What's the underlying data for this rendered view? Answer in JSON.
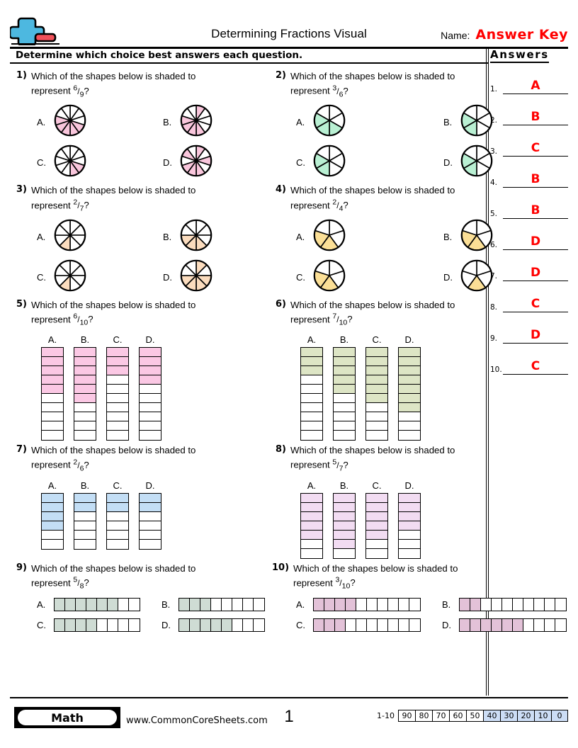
{
  "header": {
    "logo_icon": "plus-minus-logo-icon",
    "title": "Determining Fractions Visual",
    "name_label": "Name:",
    "name_value": "Answer Key",
    "instruction": "Determine which choice best answers each question.",
    "answer_key_color": "#ff0000"
  },
  "answers_panel": {
    "heading": "Answers",
    "rows": [
      {
        "num": "1.",
        "value": "A"
      },
      {
        "num": "2.",
        "value": "B"
      },
      {
        "num": "3.",
        "value": "C"
      },
      {
        "num": "4.",
        "value": "B"
      },
      {
        "num": "5.",
        "value": "B"
      },
      {
        "num": "6.",
        "value": "D"
      },
      {
        "num": "7.",
        "value": "D"
      },
      {
        "num": "8.",
        "value": "C"
      },
      {
        "num": "9.",
        "value": "D"
      },
      {
        "num": "10.",
        "value": "C"
      }
    ]
  },
  "questions": [
    {
      "num": "1)",
      "prompt_lead": "Which of the shapes below is shaded to represent",
      "numerator": "6",
      "slash": "/",
      "denominator": "9",
      "suffix": "?",
      "shape": "pie",
      "color": "#f9c6dc",
      "slices": 10,
      "options": [
        {
          "letter": "A.",
          "shaded": [
            3,
            4,
            5,
            6,
            7
          ]
        },
        {
          "letter": "B.",
          "shaded": [
            0,
            4,
            5,
            6,
            7
          ]
        },
        {
          "letter": "C.",
          "shaded": [
            3,
            4
          ]
        },
        {
          "letter": "D.",
          "shaded": [
            0,
            2,
            4,
            5,
            6,
            8
          ]
        }
      ]
    },
    {
      "num": "2)",
      "prompt_lead": "Which of the shapes below is shaded to represent",
      "numerator": "3",
      "slash": "/",
      "denominator": "6",
      "suffix": "?",
      "shape": "pie",
      "color": "#b9f0d3",
      "slices": 6,
      "options": [
        {
          "letter": "A.",
          "shaded": [
            2,
            3,
            4
          ]
        },
        {
          "letter": "B.",
          "shaded": [
            3,
            4
          ]
        },
        {
          "letter": "C.",
          "shaded": [
            3,
            4
          ]
        },
        {
          "letter": "D.",
          "shaded": [
            3,
            4
          ]
        }
      ]
    },
    {
      "num": "3)",
      "prompt_lead": "Which of the shapes below is shaded to represent",
      "numerator": "2",
      "slash": "/",
      "denominator": "7",
      "suffix": "?",
      "shape": "pie",
      "color": "#fbdcbe",
      "slices": 8,
      "options": [
        {
          "letter": "A.",
          "shaded": [
            4
          ]
        },
        {
          "letter": "B.",
          "shaded": [
            3,
            4,
            5
          ]
        },
        {
          "letter": "C.",
          "shaded": [
            4
          ]
        },
        {
          "letter": "D.",
          "shaded": [
            0,
            2,
            3,
            4,
            5
          ]
        }
      ]
    },
    {
      "num": "4)",
      "prompt_lead": "Which of the shapes below is shaded to represent",
      "numerator": "2",
      "slash": "/",
      "denominator": "4",
      "suffix": "?",
      "shape": "pie",
      "color": "#fbdf96",
      "slices": 5,
      "options": [
        {
          "letter": "A.",
          "shaded": [
            2,
            3
          ]
        },
        {
          "letter": "B.",
          "shaded": [
            2,
            3
          ]
        },
        {
          "letter": "C.",
          "shaded": [
            2,
            3
          ]
        },
        {
          "letter": "D.",
          "shaded": [
            2
          ]
        }
      ]
    },
    {
      "num": "5)",
      "prompt_lead": "Which of the shapes below is shaded to represent",
      "numerator": "6",
      "slash": "/",
      "denominator": "10",
      "suffix": "?",
      "shape": "vbar",
      "color": "#fbc8e4",
      "cells": 10,
      "options": [
        {
          "letter": "A.",
          "shaded": [
            0,
            1,
            2,
            3,
            4
          ]
        },
        {
          "letter": "B.",
          "shaded": [
            0,
            1,
            2,
            3,
            4,
            5
          ]
        },
        {
          "letter": "C.",
          "shaded": [
            0,
            1,
            2
          ]
        },
        {
          "letter": "D.",
          "shaded": [
            0,
            1,
            2,
            3
          ]
        }
      ]
    },
    {
      "num": "6)",
      "prompt_lead": "Which of the shapes below is shaded to represent",
      "numerator": "7",
      "slash": "/",
      "denominator": "10",
      "suffix": "?",
      "shape": "vbar",
      "color": "#dde5c5",
      "cells": 10,
      "options": [
        {
          "letter": "A.",
          "shaded": [
            0,
            1,
            2
          ]
        },
        {
          "letter": "B.",
          "shaded": [
            0,
            1,
            2,
            3,
            4
          ]
        },
        {
          "letter": "C.",
          "shaded": [
            0,
            1,
            2,
            3,
            4,
            5
          ]
        },
        {
          "letter": "D.",
          "shaded": [
            0,
            1,
            2,
            3,
            4,
            5,
            6
          ]
        }
      ]
    },
    {
      "num": "7)",
      "prompt_lead": "Which of the shapes below is shaded to represent",
      "numerator": "2",
      "slash": "/",
      "denominator": "6",
      "suffix": "?",
      "shape": "vbar",
      "color": "#c3def5",
      "cells": 6,
      "options": [
        {
          "letter": "A.",
          "shaded": [
            0,
            1,
            2,
            3
          ]
        },
        {
          "letter": "B.",
          "shaded": [
            0,
            1
          ]
        },
        {
          "letter": "C.",
          "shaded": [
            0,
            1
          ]
        },
        {
          "letter": "D.",
          "shaded": [
            0,
            1
          ]
        }
      ]
    },
    {
      "num": "8)",
      "prompt_lead": "Which of the shapes below is shaded to represent",
      "numerator": "5",
      "slash": "/",
      "denominator": "7",
      "suffix": "?",
      "shape": "vbar",
      "color": "#f2dcf2",
      "cells": 7,
      "options": [
        {
          "letter": "A.",
          "shaded": [
            0,
            1,
            2,
            3,
            4
          ]
        },
        {
          "letter": "B.",
          "shaded": [
            0,
            1,
            2,
            3,
            4,
            5
          ]
        },
        {
          "letter": "C.",
          "shaded": [
            0,
            1,
            2,
            3,
            4
          ]
        },
        {
          "letter": "D.",
          "shaded": [
            0,
            1,
            2,
            3
          ]
        }
      ]
    },
    {
      "num": "9)",
      "prompt_lead": "Which of the shapes below is shaded to represent",
      "numerator": "5",
      "slash": "/",
      "denominator": "8",
      "suffix": "?",
      "shape": "hbar",
      "color": "#cfdcd4",
      "cells": 8,
      "options": [
        {
          "letter": "A.",
          "shaded": [
            0,
            1,
            2,
            3,
            4,
            5
          ]
        },
        {
          "letter": "B.",
          "shaded": [
            0,
            1,
            2
          ]
        },
        {
          "letter": "C.",
          "shaded": [
            0,
            1,
            2,
            3
          ]
        },
        {
          "letter": "D.",
          "shaded": [
            0,
            1,
            2,
            3,
            4
          ]
        }
      ]
    },
    {
      "num": "10)",
      "prompt_lead": "Which of the shapes below is shaded to represent",
      "numerator": "3",
      "slash": "/",
      "denominator": "10",
      "suffix": "?",
      "shape": "hbar",
      "color": "#e3c2d8",
      "cells": 10,
      "options": [
        {
          "letter": "A.",
          "shaded": [
            0,
            1,
            2,
            3
          ]
        },
        {
          "letter": "B.",
          "shaded": [
            0,
            1
          ]
        },
        {
          "letter": "C.",
          "shaded": [
            0,
            1,
            2
          ]
        },
        {
          "letter": "D.",
          "shaded": [
            0,
            1,
            2,
            3,
            4,
            5
          ]
        }
      ]
    }
  ],
  "footer": {
    "subject_badge": "Math",
    "site_url": "www.CommonCoreSheets.com",
    "page_number": "1",
    "scale_label": "1-10",
    "scale_values": [
      "90",
      "80",
      "70",
      "60",
      "50",
      "40",
      "30",
      "20",
      "10",
      "0"
    ],
    "scale_highlighted": [
      "40",
      "30",
      "20",
      "10",
      "0"
    ],
    "highlight_color": "#ccddf5"
  }
}
